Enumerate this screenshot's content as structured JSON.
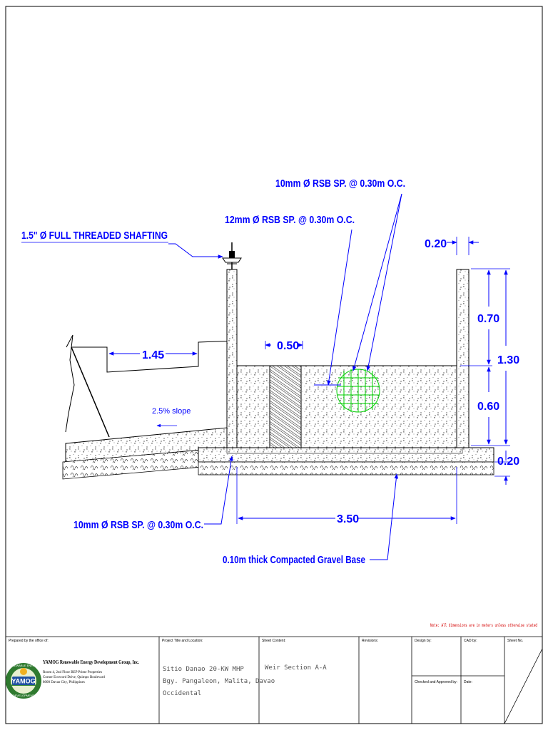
{
  "drawing": {
    "callouts": {
      "shafting": "1.5\" Ø FULL THREADED SHAFTING",
      "rsb_10_top": "10mm Ø RSB SP. @ 0.30m O.C.",
      "rsb_12": "12mm Ø RSB SP. @ 0.30m O.C.",
      "rsb_10_bottom": "10mm Ø RSB SP. @ 0.30m O.C.",
      "gravel": "0.10m thick Compacted Gravel Base",
      "slope": "2.5% slope"
    },
    "dimensions": {
      "wall_thickness": "0.20",
      "upper_height": "0.70",
      "total_height": "1.30",
      "lower_height": "0.60",
      "base_thickness": "0.20",
      "apron_length": "1.45",
      "block_width": "0.50",
      "basin_length": "3.50"
    },
    "note": "Note: All dimensions are in meters unless otherwise stated"
  },
  "title_block": {
    "prepared_by_label": "Prepared by the office of:",
    "company_name": "YAMOG Renewable Energy Development Group, Inc.",
    "address_1": "Room 4, 2nd Floor BEP Prime Properties",
    "address_2": "Corner Ecoword Drive, Quimpo Boulevard",
    "address_3": "8000 Davao City, Philippines",
    "logo_text": "YAMOG",
    "logo_ring_top": "RENEWABLE ENERGY",
    "logo_ring_bottom": "DEVELOPMENT",
    "project_label": "Project Title and Location:",
    "project_line_1": "Sitio Danao 20-KW MHP",
    "project_line_2": "Bgy. Pangaleon, Malita, Davao",
    "project_line_3": "Occidental",
    "sheet_content_label": "Sheet Content:",
    "sheet_content": "Weir Section A-A",
    "revisions_label": "Revisions:",
    "design_label": "Design by:",
    "cad_label": "CAD by:",
    "sheet_no_label": "Sheet No.",
    "checked_label": "Checked and Approved by:",
    "date_label": "Date:"
  },
  "colors": {
    "annotation": "#0000ff",
    "note": "#d40000",
    "rebar_detail": "#00cc00",
    "linework": "#000000"
  }
}
